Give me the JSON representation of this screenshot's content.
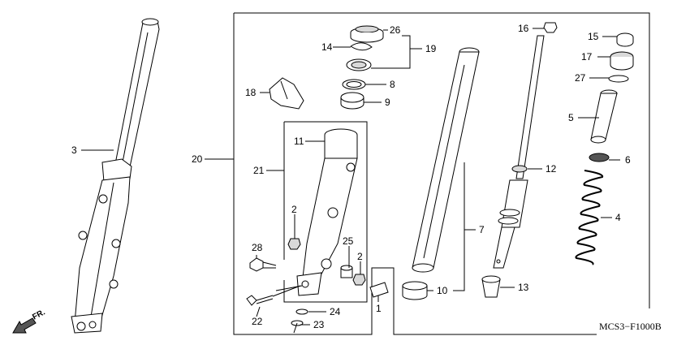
{
  "diagram": {
    "code": "MCS3−F1000B",
    "direction_label": "FR.",
    "callouts": [
      "1",
      "2",
      "2",
      "3",
      "4",
      "5",
      "6",
      "7",
      "8",
      "9",
      "10",
      "11",
      "12",
      "13",
      "14",
      "15",
      "16",
      "17",
      "18",
      "19",
      "20",
      "21",
      "22",
      "23",
      "24",
      "25",
      "26",
      "27",
      "28"
    ]
  }
}
